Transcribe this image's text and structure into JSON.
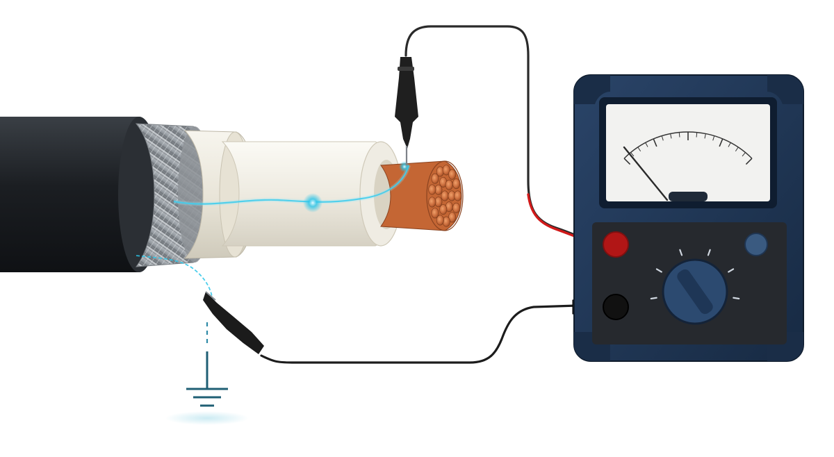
{
  "scene": {
    "description_free": true
  },
  "colors": {
    "background": "#ffffff",
    "jacket": "#23272c",
    "braid": "#9aa0a6",
    "insulation": "#ece8dc",
    "copper": "#c86a3a",
    "current_glow": "#29c4e8",
    "meter_body": "#1f3552",
    "meter_face": "#f2f2f0",
    "test_lead_red": "#d11a1a",
    "test_lead_black": "#1a1a1a",
    "ground_symbol": "#1f5f74"
  },
  "icons": {
    "cable": "coaxial-cable-cutaway",
    "meter": "analog-insulation-tester",
    "ground": "ground-symbol-icon",
    "probe_top": "probe-tip-icon",
    "probe_bottom": "probe-clip-icon"
  },
  "meter": {
    "scale_tick_count": 17,
    "knob_positions": 6
  }
}
